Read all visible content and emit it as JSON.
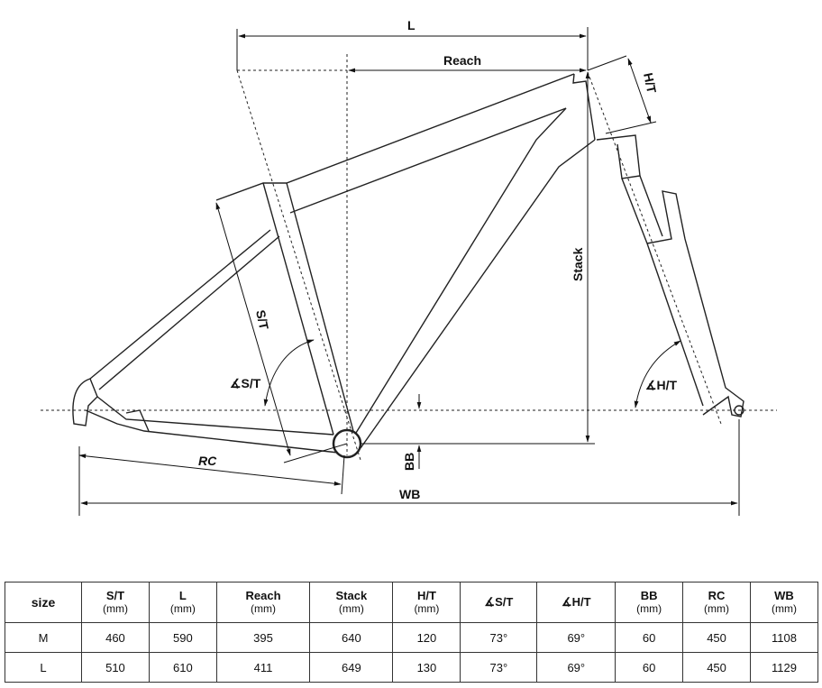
{
  "diagram": {
    "labels": {
      "L": "L",
      "reach": "Reach",
      "stack": "Stack",
      "ht": "H/T",
      "st": "S/T",
      "st_angle": "∡S/T",
      "ht_angle": "∡H/T",
      "bb": "BB",
      "rc": "RC",
      "wb": "WB"
    }
  },
  "table": {
    "headers": [
      {
        "label": "size",
        "unit": ""
      },
      {
        "label": "S/T",
        "unit": "(mm)"
      },
      {
        "label": "L",
        "unit": "(mm)"
      },
      {
        "label": "Reach",
        "unit": "(mm)"
      },
      {
        "label": "Stack",
        "unit": "(mm)"
      },
      {
        "label": "H/T",
        "unit": "(mm)"
      },
      {
        "label": "∡S/T",
        "unit": ""
      },
      {
        "label": "∡H/T",
        "unit": ""
      },
      {
        "label": "BB",
        "unit": "(mm)"
      },
      {
        "label": "RC",
        "unit": "(mm)"
      },
      {
        "label": "WB",
        "unit": "(mm)"
      }
    ],
    "rows": [
      [
        "M",
        "460",
        "590",
        "395",
        "640",
        "120",
        "73°",
        "69°",
        "60",
        "450",
        "1108"
      ],
      [
        "L",
        "510",
        "610",
        "411",
        "649",
        "130",
        "73°",
        "69°",
        "60",
        "450",
        "1129"
      ]
    ]
  }
}
